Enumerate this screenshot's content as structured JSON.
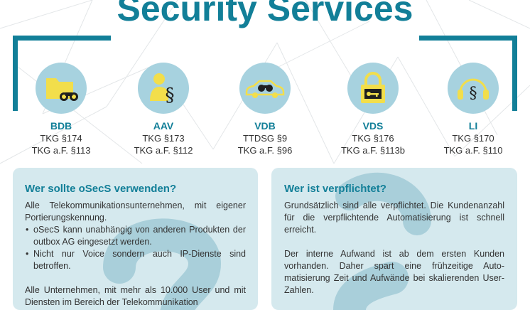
{
  "header": {
    "title": "Security Services"
  },
  "colors": {
    "brand": "#127f98",
    "icon_circle": "#a7d2df",
    "icon_fill": "#f2de4b",
    "panel": "#d5e9ee"
  },
  "services": [
    {
      "name": "BDB",
      "law1": "TKG §174",
      "law2": "TKG a.F. §113",
      "icon": "folder-binoculars-icon"
    },
    {
      "name": "AAV",
      "law1": "TKG §173",
      "law2": "TKG a.F. §112",
      "icon": "person-paragraph-icon"
    },
    {
      "name": "VDB",
      "law1": "TTDSG §9",
      "law2": "TKG a.F. §96",
      "icon": "car-binoculars-icon"
    },
    {
      "name": "VDS",
      "law1": "TKG §176",
      "law2": "TKG a.F. §113b",
      "icon": "lock-key-icon"
    },
    {
      "name": "LI",
      "law1": "TKG §170",
      "law2": "TKG a.F. §110",
      "icon": "headset-paragraph-icon"
    }
  ],
  "panels": {
    "left": {
      "title": "Wer sollte oSecS verwenden?",
      "intro": "Alle Telekommunikationsunternehmen, mit eige­ner Portierungskennung.",
      "bullets": [
        "oSecS kann unabhängig von anderen Produk­ten der outbox AG eingesetzt werden.",
        "Nicht nur Voice sondern auch IP-Dienste sind betroffen."
      ],
      "outro": "Alle Unternehmen, mit mehr als 10.000 User und mit Diensten im Bereich der Telekommunikation"
    },
    "right": {
      "title": "Wer ist verpflichtet?",
      "p1": "Grundsätzlich sind alle verpflichtet. Die Kunden­anzahl für die verpflichtende Automatisierung ist schnell erreicht.",
      "p2": "Der interne Aufwand ist ab dem ersten Kunden vorhanden. Daher spart eine frühzeitige Auto­matisierung Zeit und Aufwände bei skalierenden User-Zahlen."
    }
  }
}
